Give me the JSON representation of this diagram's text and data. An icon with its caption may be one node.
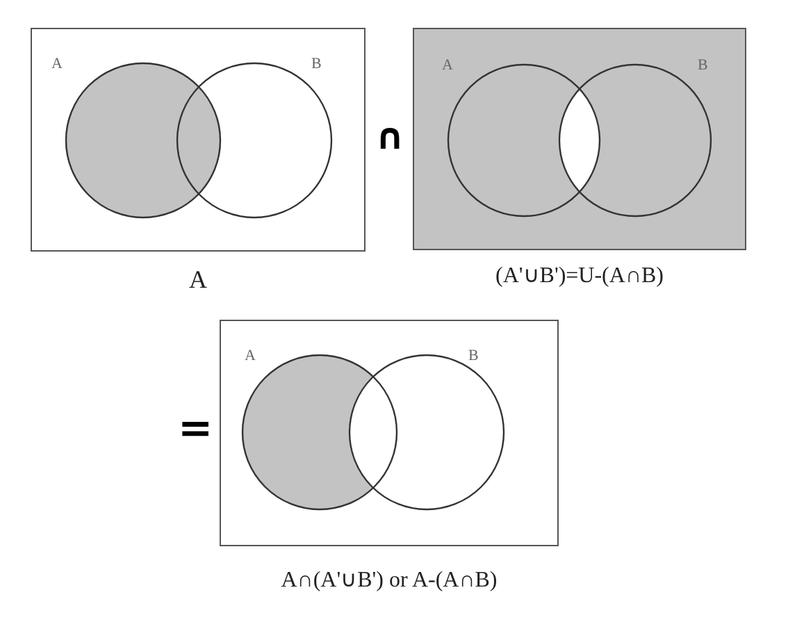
{
  "diagram": {
    "nodes": [
      {
        "text": [],
        "shape": "box",
        "beside": [
          "A"
        ]
      },
      {
        "text": [
          "A"
        ],
        "in": 0
      },
      {
        "text": [
          "B"
        ],
        "in": 0
      },
      {
        "text": [],
        "shape": "box",
        "beside": [
          "(A'∪B')=U-(A∩B)"
        ]
      },
      {
        "text": [
          "A"
        ],
        "in": 3
      },
      {
        "text": [
          "B"
        ],
        "in": 3
      },
      {
        "text": [],
        "shape": "box",
        "beside": [
          "A∩(A'∪B') or A-(A∩B)"
        ]
      },
      {
        "text": [
          "A"
        ],
        "in": 6
      },
      {
        "text": [
          "B"
        ],
        "in": 6
      }
    ],
    "labels": [
      "∩",
      "="
    ]
  }
}
